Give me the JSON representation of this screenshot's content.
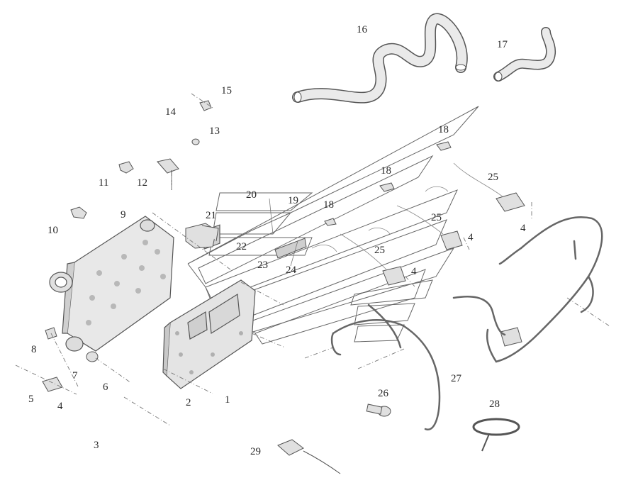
{
  "diagram": {
    "type": "exploded-parts-view",
    "callouts": {
      "n1": "1",
      "n2": "2",
      "n3": "3",
      "n4a": "4",
      "n4b": "4",
      "n4c": "4",
      "n4d": "4",
      "n5": "5",
      "n6": "6",
      "n7": "7",
      "n8": "8",
      "n9": "9",
      "n10": "10",
      "n11": "11",
      "n12": "12",
      "n13": "13",
      "n14": "14",
      "n15": "15",
      "n16": "16",
      "n17": "17",
      "n18a": "18",
      "n18b": "18",
      "n18c": "18",
      "n19": "19",
      "n20": "20",
      "n21": "21",
      "n22": "22",
      "n23": "23",
      "n24": "24",
      "n25a": "25",
      "n25b": "25",
      "n25c": "25",
      "n26": "26",
      "n27": "27",
      "n28": "28",
      "n29": "29"
    },
    "line_color": "#555555",
    "part_fill": "#e6e6e6"
  }
}
